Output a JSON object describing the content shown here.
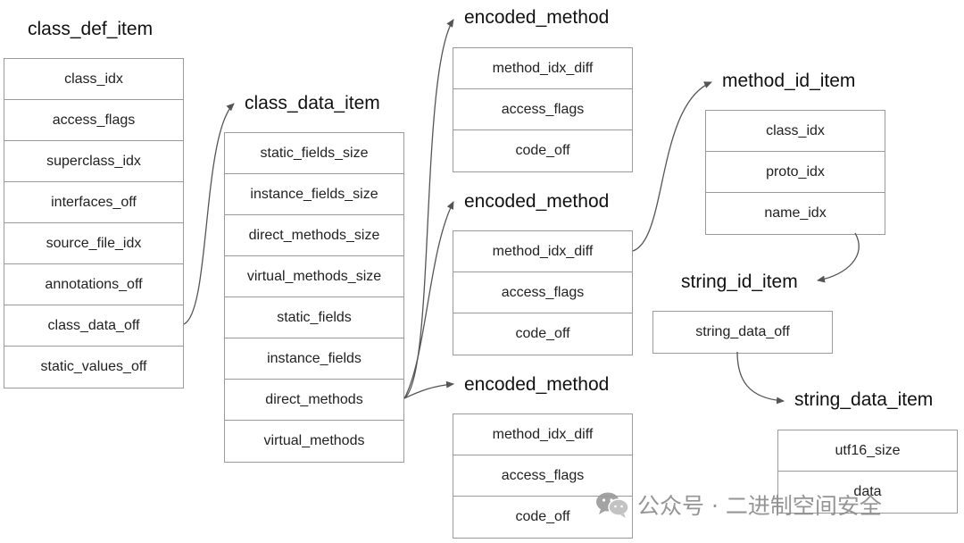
{
  "class_def_item": {
    "title": "class_def_item",
    "fields": [
      "class_idx",
      "access_flags",
      "superclass_idx",
      "interfaces_off",
      "source_file_idx",
      "annotations_off",
      "class_data_off",
      "static_values_off"
    ]
  },
  "class_data_item": {
    "title": "class_data_item",
    "fields": [
      "static_fields_size",
      "instance_fields_size",
      "direct_methods_size",
      "virtual_methods_size",
      "static_fields",
      "instance_fields",
      "direct_methods",
      "virtual_methods"
    ]
  },
  "encoded_method_1": {
    "title": "encoded_method",
    "fields": [
      "method_idx_diff",
      "access_flags",
      "code_off"
    ]
  },
  "encoded_method_2": {
    "title": "encoded_method",
    "fields": [
      "method_idx_diff",
      "access_flags",
      "code_off"
    ]
  },
  "encoded_method_3": {
    "title": "encoded_method",
    "fields": [
      "method_idx_diff",
      "access_flags",
      "code_off"
    ]
  },
  "method_id_item": {
    "title": "method_id_item",
    "fields": [
      "class_idx",
      "proto_idx",
      "name_idx"
    ]
  },
  "string_id_item": {
    "title": "string_id_item",
    "fields": [
      "string_data_off"
    ]
  },
  "string_data_item": {
    "title": "string_data_item",
    "fields": [
      "utf16_size",
      "data"
    ]
  },
  "watermark": {
    "text": "公众号 · 二进制空间安全",
    "icon": "wechat-icon"
  },
  "colors": {
    "border": "#9a9a9a",
    "arrow": "#555555",
    "text": "#222222",
    "watermark": "#8a8a8a"
  }
}
